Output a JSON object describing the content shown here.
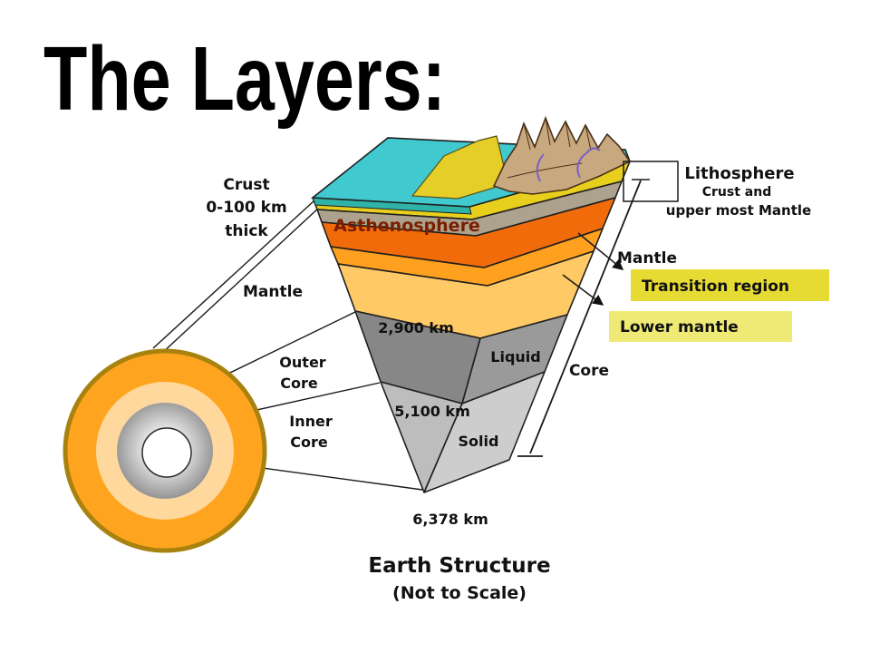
{
  "title": "The Layers:",
  "diagram": {
    "left_labels": {
      "crust": [
        "Crust",
        "0-100 km",
        "thick"
      ],
      "mantle": "Mantle",
      "outer_core": [
        "Outer",
        "Core"
      ],
      "inner_core": [
        "Inner",
        "Core"
      ]
    },
    "right_labels": {
      "lithosphere": [
        "Lithosphere",
        "Crust and",
        "upper most Mantle"
      ],
      "mantle": "Mantle",
      "core": "Core"
    },
    "highlights": {
      "transition_region": "Transition region",
      "lower_mantle": "Lower mantle"
    },
    "wedge": {
      "asthenosphere": "Asthenosphere",
      "depth_2900": "2,900 km",
      "liquid": "Liquid",
      "depth_5100": "5,100 km",
      "solid": "Solid",
      "depth_6378": "6,378 km"
    },
    "caption": {
      "line1": "Earth Structure",
      "line2": "(Not to Scale)"
    },
    "colors": {
      "ocean": "#40C9CF",
      "ocean_edge": "#2FB3A8",
      "crust_yellow": "#E8CF1E",
      "upper_mantle_tan": "#ADA28D",
      "asthenosphere_orange": "#F26B0B",
      "mantle_orange": "#FFA01E",
      "mantle_amber": "#FFC966",
      "outer_core_gray": "#878787",
      "inner_core_gray": "#BDBDBD",
      "mountain_tan": "#C8A87E",
      "stream_purple": "#7A5FC8",
      "globe_orange": "#FFA41F",
      "globe_ring": "#A8820F",
      "globe_peach": "#FFD89E",
      "highlight_transition": "#E6DB33",
      "highlight_lower": "#EFEA75"
    }
  }
}
